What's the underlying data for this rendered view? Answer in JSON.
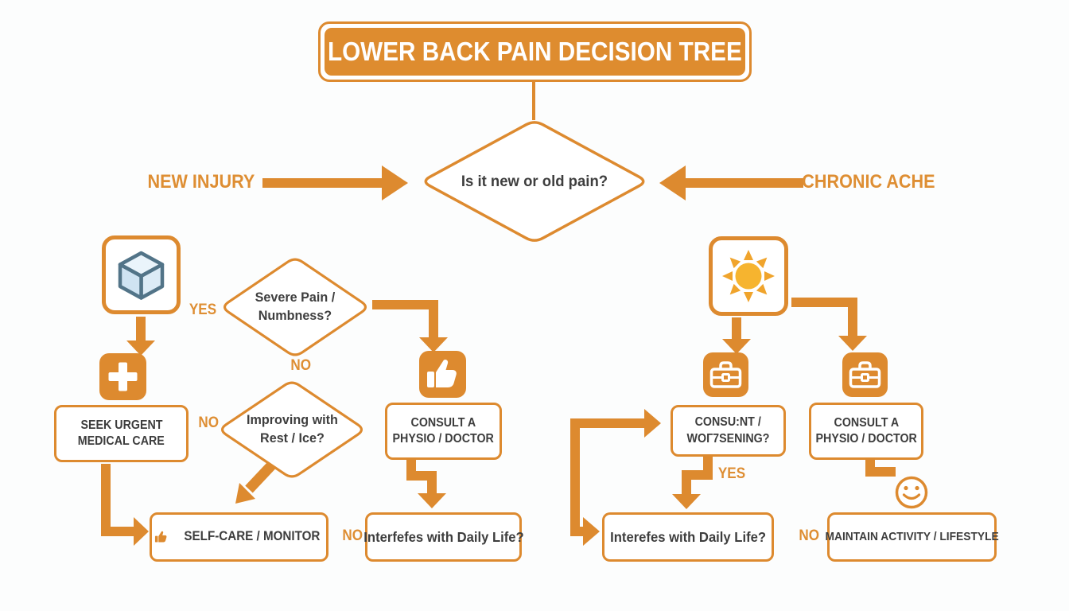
{
  "title": "LOWER BACK PAIN DECISION TREE",
  "root": {
    "question": "Is it new or old pain?"
  },
  "branch_labels": {
    "left": "NEW INJURY",
    "right": "CHRONIC ACHE"
  },
  "left": {
    "yes_severe": "YES",
    "severe_l1": "Severe Pain /",
    "severe_l2": "Numbness?",
    "no_severe": "NO",
    "urgent_l1": "SEEK URGENT",
    "urgent_l2": "MEDICAL CARE",
    "no_improving": "NO",
    "improving_l1": "Improving with",
    "improving_l2": "Rest / Ice?",
    "selfcare": "SELF-CARE / MONITOR",
    "consult_l1": "CONSULT A",
    "consult_l2": "PHYSIO / DOCTOR",
    "no_interferes": "NO",
    "interferes": "Interfefes with Daily Life?"
  },
  "right": {
    "constant_l1": "CONSU:NT /",
    "constant_l2": "WOГ7SENING?",
    "yes_worsening": "YES",
    "consult_l1": "CONSULT A",
    "consult_l2": "PHYSIO / DOCTOR",
    "interferes": "Interefes with Daily Life?",
    "no_maintain": "NO",
    "maintain": "MAINTAIN ACTIVITY / LIFESTYLE"
  },
  "icons": {
    "ice": "ice-cube-icon",
    "cross": "medical-cross-icon",
    "thumb": "thumbs-up-icon",
    "sun": "sun-icon",
    "briefcase": "briefcase-icon",
    "smiley": "smiley-face-icon"
  },
  "colors": {
    "orange": "#dd8a2f",
    "label_orange": "#de8e33",
    "text_dark": "#3d3d3d",
    "sun_yellow": "#f6b42f",
    "ice_blue": "#dcebf6",
    "ice_stroke": "#527488"
  }
}
